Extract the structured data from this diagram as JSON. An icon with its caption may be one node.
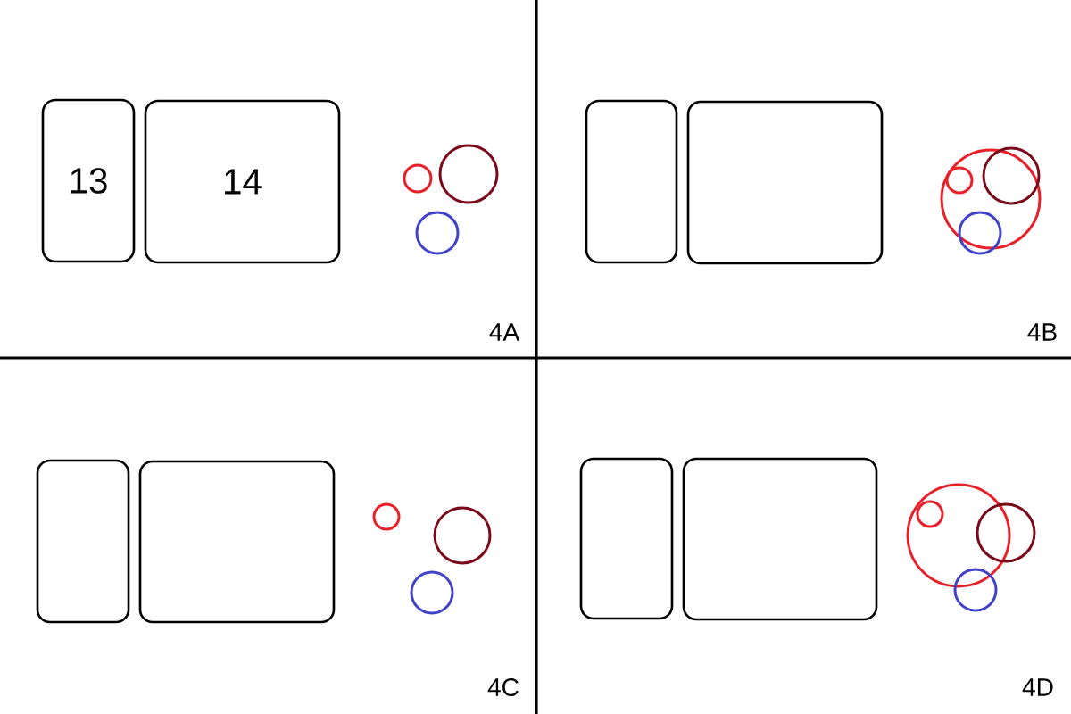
{
  "diagram": {
    "nodes": [
      {
        "text": [
          "13"
        ]
      },
      {
        "text": [
          "14"
        ]
      },
      {
        "text": [],
        "shape": "box"
      },
      {
        "text": [],
        "shape": "box"
      },
      {
        "text": [],
        "shape": "box"
      },
      {
        "text": [],
        "shape": "box"
      },
      {
        "text": [],
        "shape": "box"
      },
      {
        "text": [],
        "shape": "box"
      }
    ],
    "labels": [
      "4A",
      "4B",
      "4C",
      "4D"
    ]
  }
}
